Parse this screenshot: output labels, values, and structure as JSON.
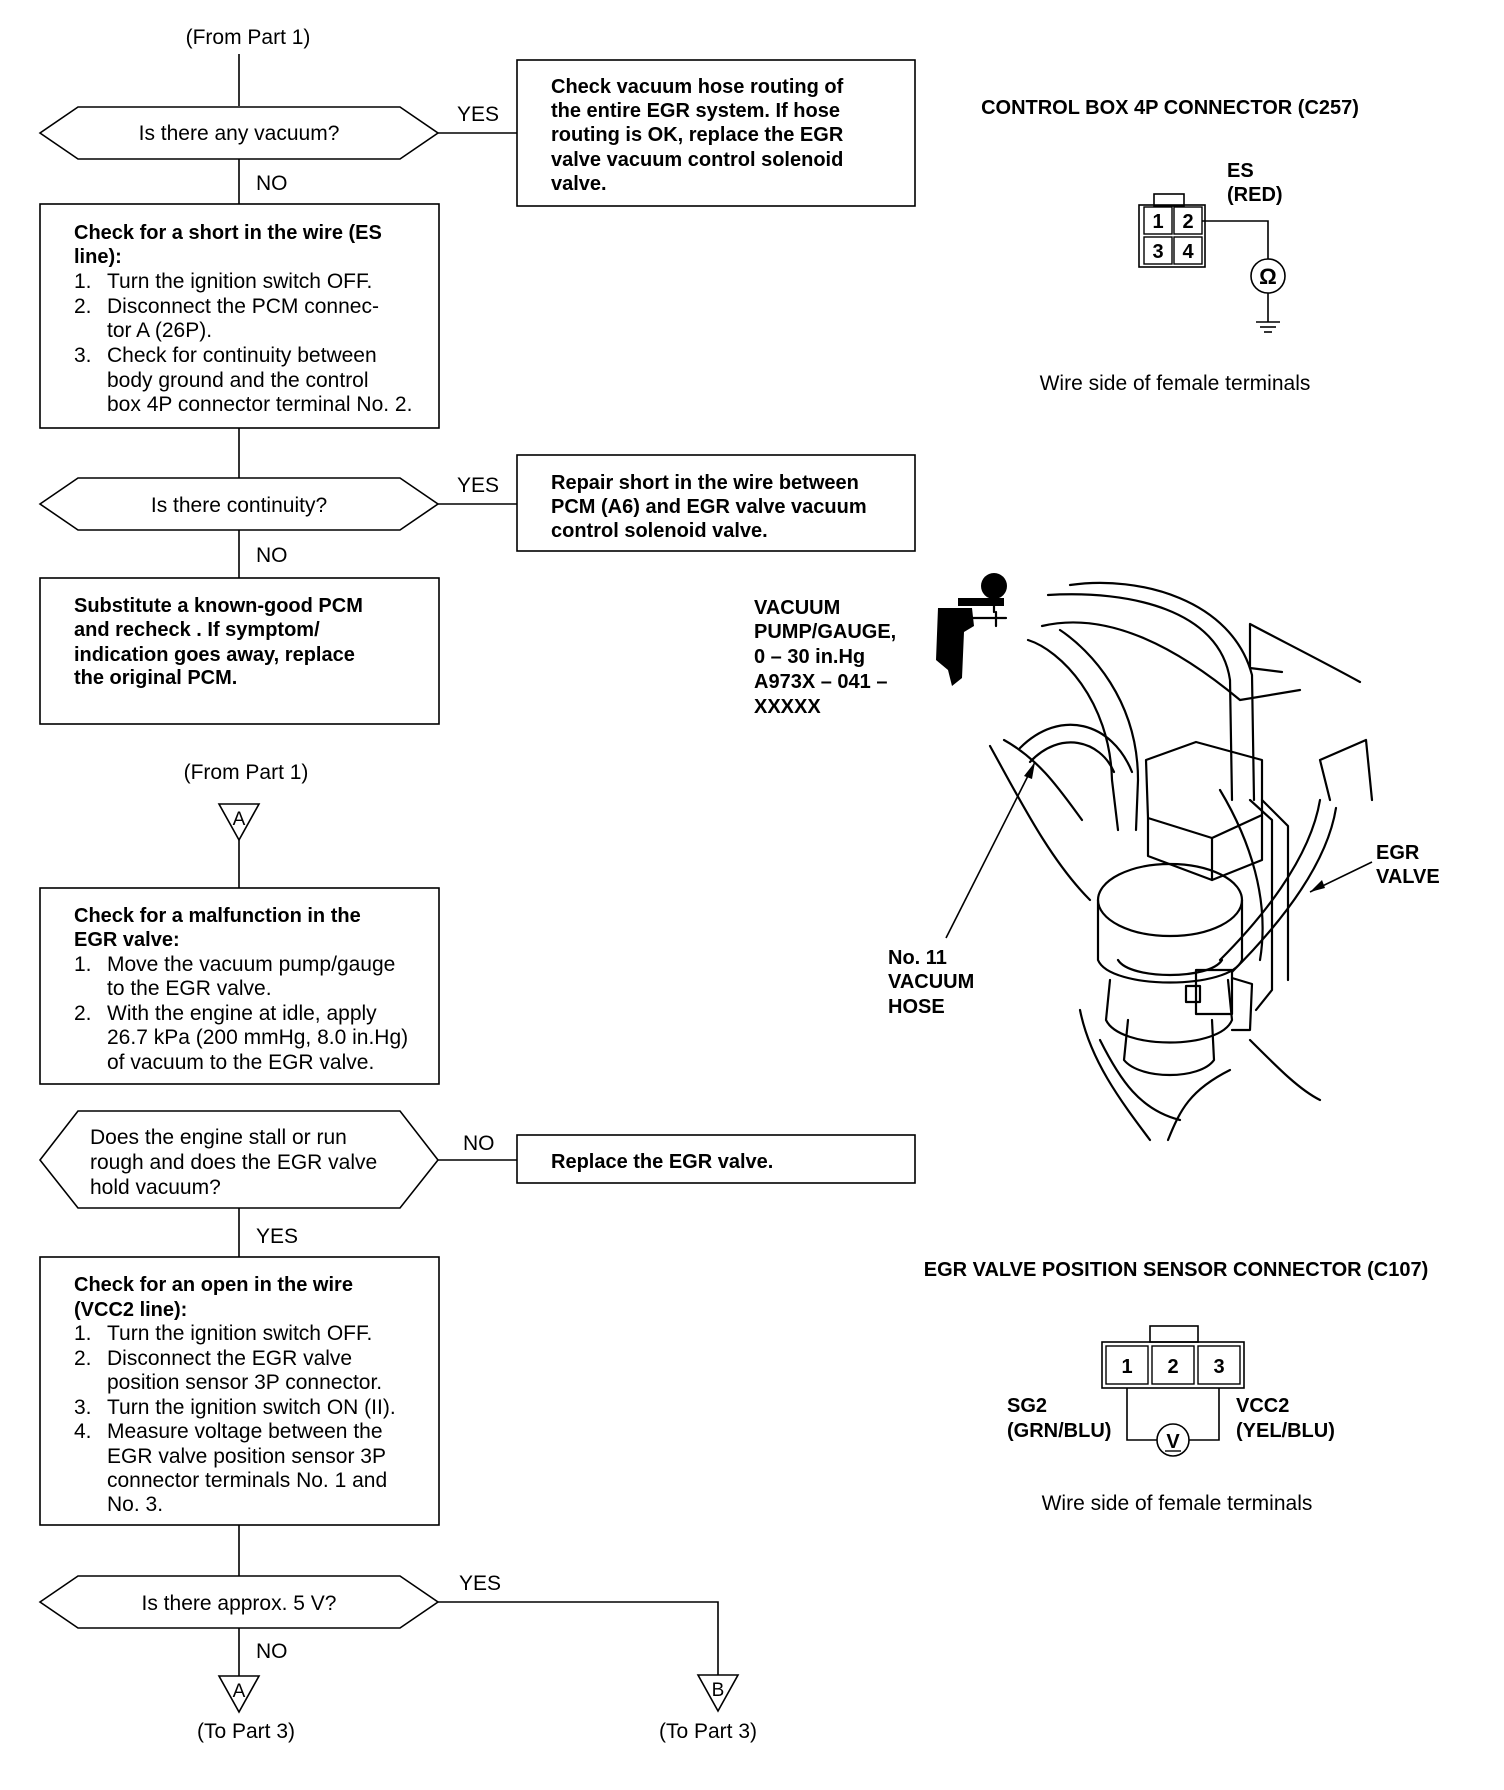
{
  "flowchart": {
    "from_part1_top": "(From Part 1)",
    "q1": {
      "text": "Is there any vacuum?",
      "yes": "YES",
      "no": "NO"
    },
    "r1": [
      "Check vacuum hose routing of",
      "the entire EGR system. If hose",
      "routing is OK, replace the EGR",
      "valve vacuum control solenoid",
      "valve."
    ],
    "s1": {
      "heading": [
        "Check for a short in the wire (ES",
        "line):"
      ],
      "steps": [
        {
          "num": "1.",
          "lines": [
            "Turn the ignition switch OFF."
          ]
        },
        {
          "num": "2.",
          "lines": [
            "Disconnect the PCM connec-",
            "tor A (26P)."
          ]
        },
        {
          "num": "3.",
          "lines": [
            "Check for continuity between",
            "body ground and the control",
            "box 4P connector terminal No. 2."
          ]
        }
      ]
    },
    "q2": {
      "text": "Is there continuity?",
      "yes": "YES",
      "no": "NO"
    },
    "r2": [
      "Repair short in the wire between",
      "PCM (A6) and EGR valve vacuum",
      "control solenoid valve."
    ],
    "s2": [
      "Substitute a known-good PCM",
      "and recheck . If symptom/",
      "indication goes away, replace",
      "the original PCM."
    ],
    "from_part1_mid": "(From Part 1)",
    "connector_a": "A",
    "s3": {
      "heading": [
        "Check for a malfunction in the",
        "EGR valve:"
      ],
      "steps": [
        {
          "num": "1.",
          "lines": [
            "Move the vacuum pump/gauge",
            "to the EGR valve."
          ]
        },
        {
          "num": "2.",
          "lines": [
            "With the engine at idle, apply",
            "26.7 kPa (200 mmHg, 8.0 in.Hg)",
            "of vacuum to the EGR valve."
          ]
        }
      ]
    },
    "q3": {
      "lines": [
        "Does the engine stall or run",
        "rough and does the EGR valve",
        "hold vacuum?"
      ],
      "no": "NO",
      "yes": "YES"
    },
    "r3": "Replace the EGR valve.",
    "s4": {
      "heading": [
        "Check for an open in the wire",
        "(VCC2 line):"
      ],
      "steps": [
        {
          "num": "1.",
          "lines": [
            "Turn the ignition switch OFF."
          ]
        },
        {
          "num": "2.",
          "lines": [
            "Disconnect the EGR valve",
            "position sensor 3P connector."
          ]
        },
        {
          "num": "3.",
          "lines": [
            "Turn the ignition switch ON (II)."
          ]
        },
        {
          "num": "4.",
          "lines": [
            "Measure voltage between the",
            "EGR valve position sensor 3P",
            "connector terminals No. 1 and",
            "No. 3."
          ]
        }
      ]
    },
    "q4": {
      "text": "Is there approx. 5 V?",
      "yes": "YES",
      "no": "NO"
    },
    "out_a": {
      "letter": "A",
      "label": "(To Part 3)"
    },
    "out_b": {
      "letter": "B",
      "label": "(To Part 3)"
    }
  },
  "connector_c257": {
    "title": "CONTROL BOX 4P CONNECTOR (C257)",
    "pins": [
      "1",
      "2",
      "3",
      "4"
    ],
    "wire_label": [
      "ES",
      "(RED)"
    ],
    "meter_symbol": "Ω",
    "caption": "Wire side of female terminals"
  },
  "illustration": {
    "pump_label": [
      "VACUUM",
      "PUMP/GAUGE,",
      "0 – 30 in.Hg",
      "A973X – 041 –",
      "XXXXX"
    ],
    "hose_label": [
      "No. 11",
      "VACUUM",
      "HOSE"
    ],
    "valve_label": [
      "EGR",
      "VALVE"
    ]
  },
  "connector_c107": {
    "title": "EGR VALVE POSITION SENSOR CONNECTOR (C107)",
    "pins": [
      "1",
      "2",
      "3"
    ],
    "left_label": [
      "SG2",
      "(GRN/BLU)"
    ],
    "right_label": [
      "VCC2",
      "(YEL/BLU)"
    ],
    "meter_symbol": "V",
    "caption": "Wire side of female terminals"
  }
}
